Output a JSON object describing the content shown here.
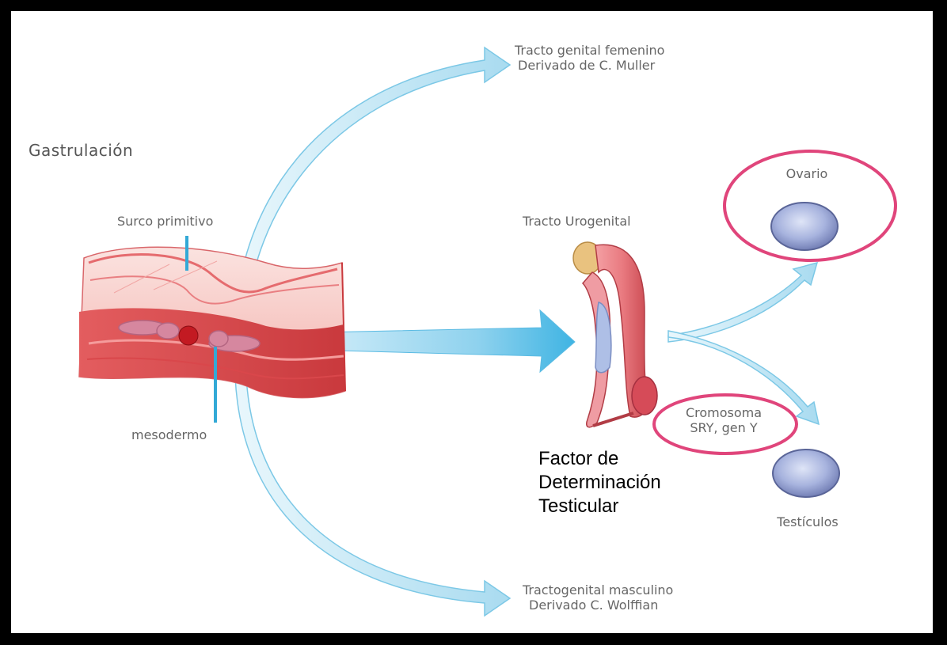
{
  "title": "Gastrulación",
  "labels": {
    "surco_primitivo": "Surco primitivo",
    "mesodermo": "mesodermo",
    "tracto_urogenital": "Tracto Urogenital",
    "ovario": "Ovario",
    "testiculos": "Testículos",
    "cromosoma_line1": "Cromosoma",
    "cromosoma_line2": "SRY, gen Y",
    "femenino_line1": "Tracto genital femenino",
    "femenino_line2": "Derivado de C. Muller",
    "masculino_line1": "Tractogenital masculino",
    "masculino_line2": "Derivado C. Wolffian"
  },
  "annotation": {
    "line1": "Factor de",
    "line2": "Determinación",
    "line3": "Testicular"
  },
  "colors": {
    "background": "#ffffff",
    "frame": "#000000",
    "arrow_fill": "#bfe6f5",
    "arrow_stroke": "#7cc8e6",
    "highlight_circle": "#e0457b",
    "tissue": "#e9696b",
    "tissue_light": "#f7c3bf",
    "organ": "#9aa8d6",
    "pointer_line": "#33a9d6"
  },
  "icons": [
    "tissue-block-illustration",
    "urogenital-tract-illustration",
    "ovary-illustration",
    "testis-illustration"
  ]
}
